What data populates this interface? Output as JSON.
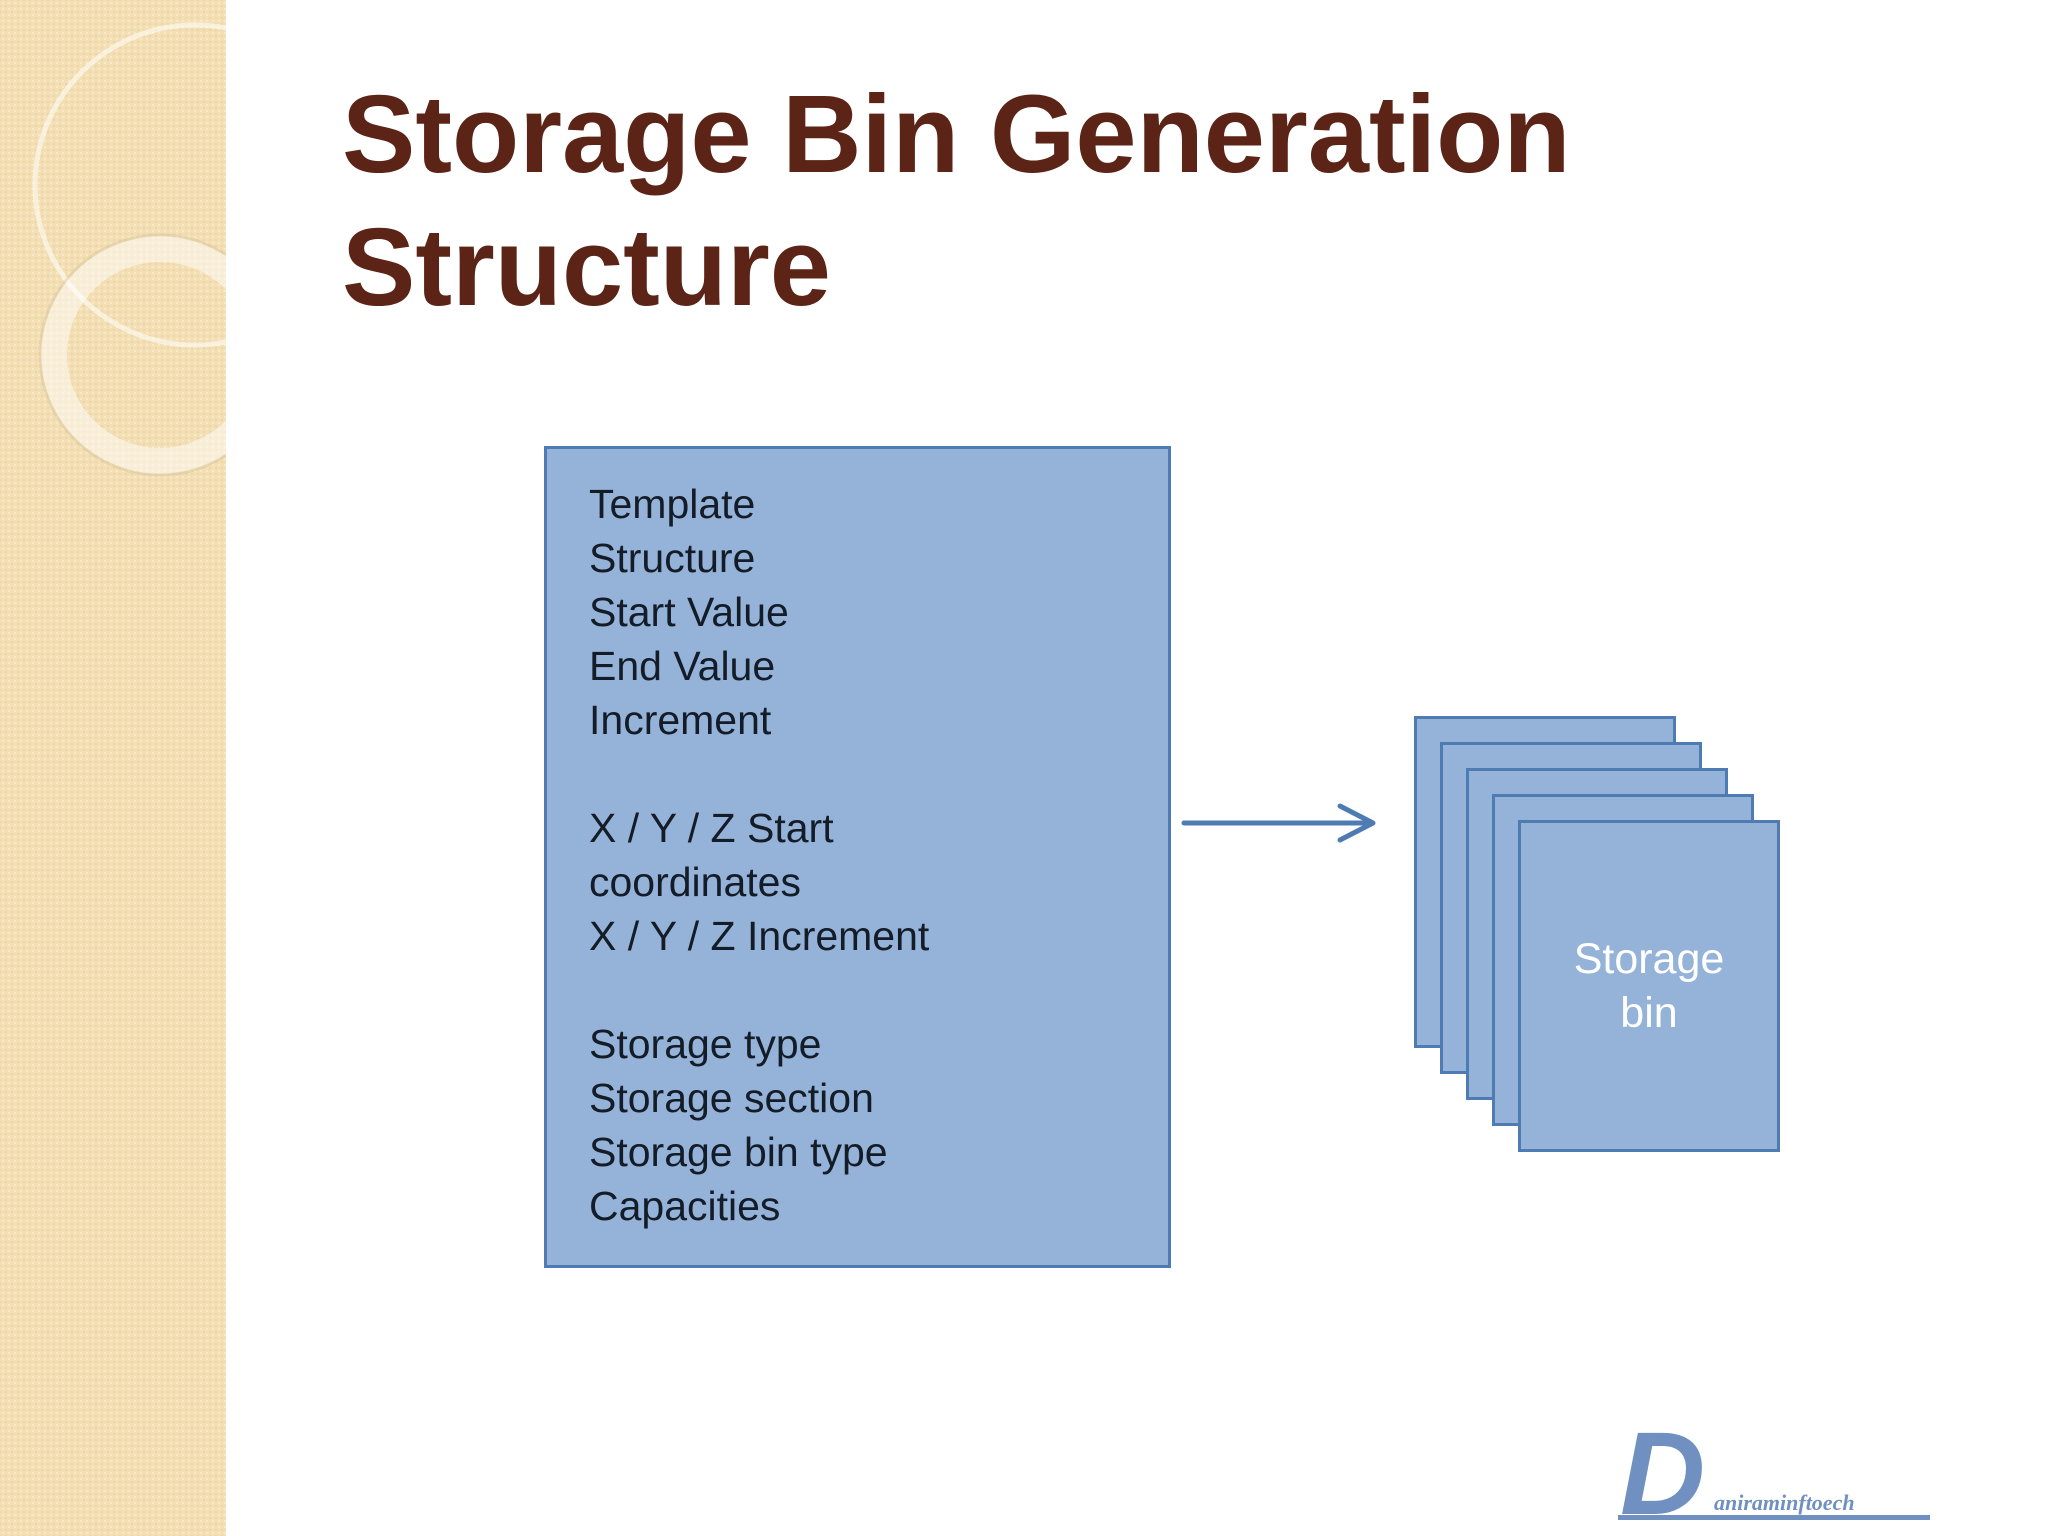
{
  "slide": {
    "title_line1": "Storage Bin Generation",
    "title_line2": "Structure"
  },
  "diagram": {
    "parameter_groups": [
      [
        "Template",
        "Structure",
        "Start Value",
        "End Value",
        "Increment"
      ],
      [
        "X / Y / Z Start",
        "coordinates",
        "X / Y / Z Increment"
      ],
      [
        "Storage type",
        "Storage section",
        "Storage bin type",
        "Capacities"
      ]
    ],
    "output": {
      "label_line1": "Storage",
      "label_line2": "bin"
    }
  },
  "logo": {
    "letter": "D",
    "text": "aniraminftoech",
    "name": "daniraminftoech-logo"
  },
  "colors": {
    "title": "#5b2416",
    "box_fill": "#95b3d9",
    "box_border": "#4f7bb3",
    "arrow": "#4f7bb3",
    "strip": "#f3dfb3",
    "logo": "#6f90c0"
  }
}
